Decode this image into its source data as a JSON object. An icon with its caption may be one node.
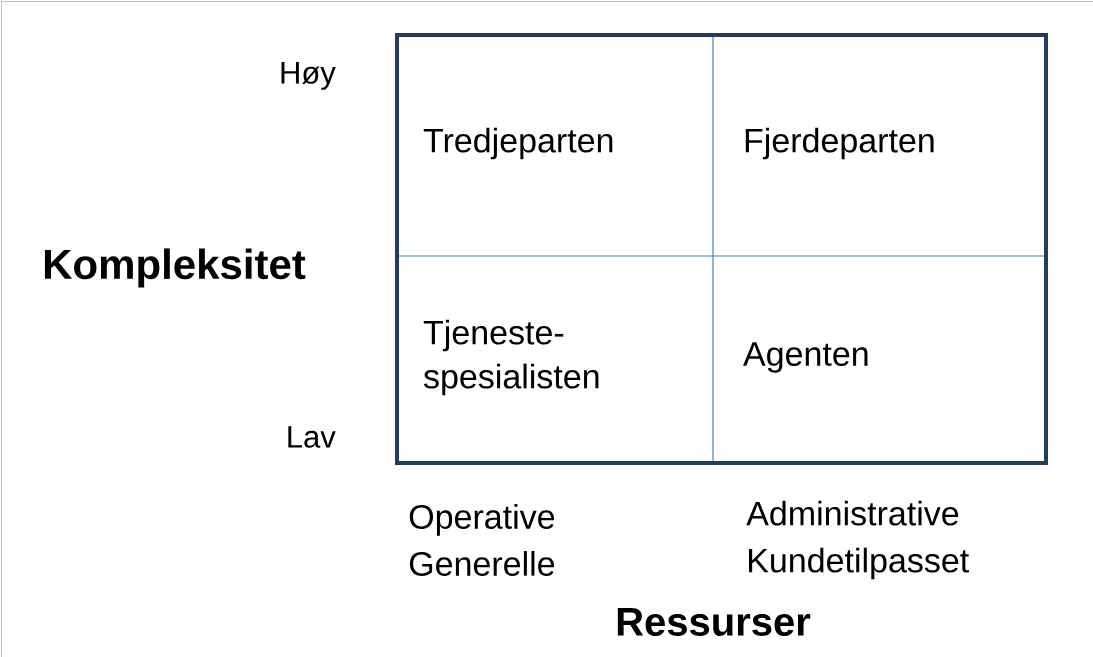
{
  "diagram": {
    "nodes": [
      {
        "text": [],
        "shape": "box"
      },
      {
        "text": [
          "Tredjeparten"
        ],
        "in": 0
      },
      {
        "text": [
          "Fjerdeparten"
        ],
        "in": 0
      },
      {
        "text": [
          "Tjeneste-spesialisten"
        ],
        "in": 0
      },
      {
        "text": [
          "Agenten"
        ],
        "in": 0
      }
    ],
    "labels": [
      "Høy",
      "Kompleksitet",
      "Lav",
      "Operative Generelle",
      "Administrative Kundetilpasset",
      "Ressurser"
    ]
  }
}
